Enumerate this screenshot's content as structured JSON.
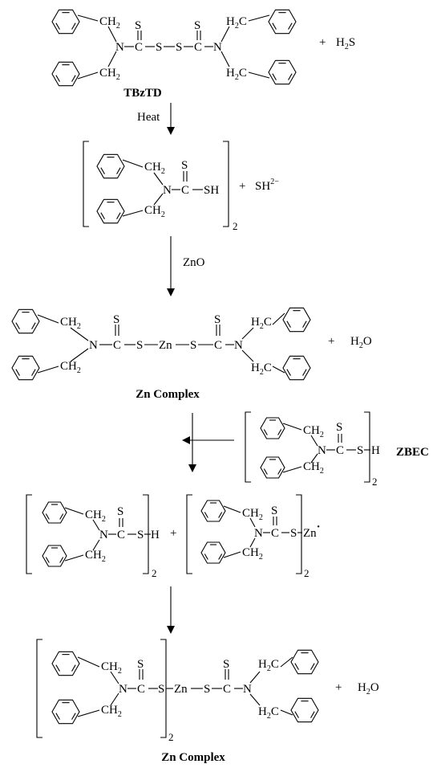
{
  "compounds": {
    "tbztd": "TBzTD",
    "zn_complex": "Zn Complex",
    "zbec": "ZBEC"
  },
  "conditions": {
    "heat": "Heat",
    "zno": "ZnO"
  },
  "atoms": {
    "N": "N",
    "C": "C",
    "S": "S",
    "H": "H",
    "SH": "SH",
    "Zn": "Zn",
    "CH": "CH",
    "H2C_H": "H",
    "H2C_C": "C",
    "two": "2"
  },
  "species": {
    "plus": "+",
    "h2s_h": "H",
    "h2s_s": "S",
    "two": "2",
    "sh_ion": "SH",
    "sh_charge": "2−",
    "h2o_h": "H",
    "h2o_o": "O",
    "radical_dot": "·"
  }
}
